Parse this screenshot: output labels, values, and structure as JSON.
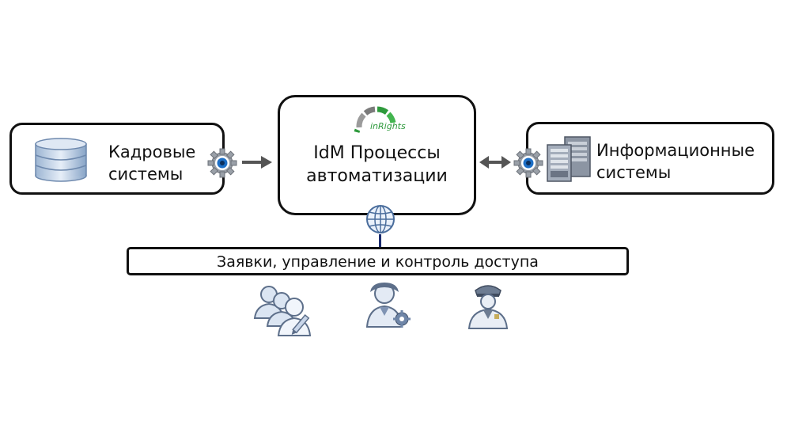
{
  "left_node": {
    "line1": "Кадровые",
    "line2": "системы"
  },
  "center_node": {
    "brand": "inRights",
    "line1": "IdM Процессы",
    "line2": "автоматизации"
  },
  "right_node": {
    "line1": "Информационные",
    "line2": "системы"
  },
  "access_bar": {
    "label": "Заявки, управление и контроль доступа"
  },
  "colors": {
    "border": "#111111",
    "arrow": "#555555",
    "brand_green": "#2e9a3c",
    "icon_blue": "#6a8fbf"
  }
}
